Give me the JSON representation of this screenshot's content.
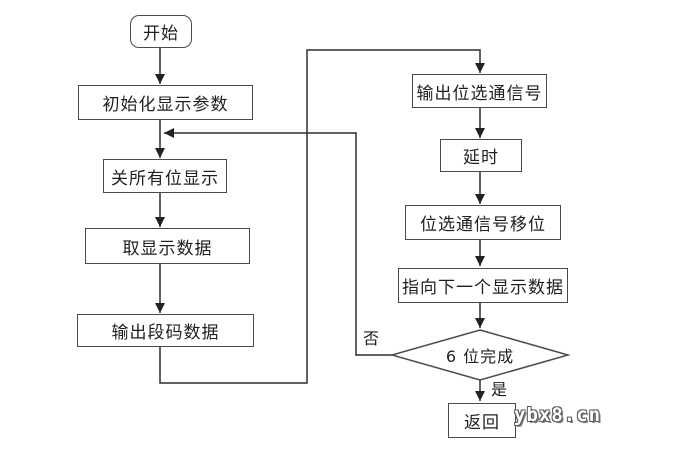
{
  "nodes": {
    "start": {
      "label": "开始"
    },
    "init_params": {
      "label": "初始化显示参数"
    },
    "all_off": {
      "label": "关所有位显示"
    },
    "fetch_data": {
      "label": "取显示数据"
    },
    "output_segment": {
      "label": "输出段码数据"
    },
    "output_strobe": {
      "label": "输出位选通信号"
    },
    "delay": {
      "label": "延时"
    },
    "shift_strobe": {
      "label": "位选通信号移位"
    },
    "point_next": {
      "label": "指向下一个显示数据"
    },
    "decision": {
      "label": "6 位完成"
    },
    "return": {
      "label": "返回"
    }
  },
  "branch_labels": {
    "no": "否",
    "yes": "是"
  },
  "watermark": "ybx8.cn",
  "colors": {
    "background": "#ffffff",
    "line": "#2e2e2e",
    "box_border": "#4a4a4a",
    "text": "#1f1f1f",
    "watermark_fill": "#ffffff",
    "watermark_outline": "#5a5a5a"
  }
}
